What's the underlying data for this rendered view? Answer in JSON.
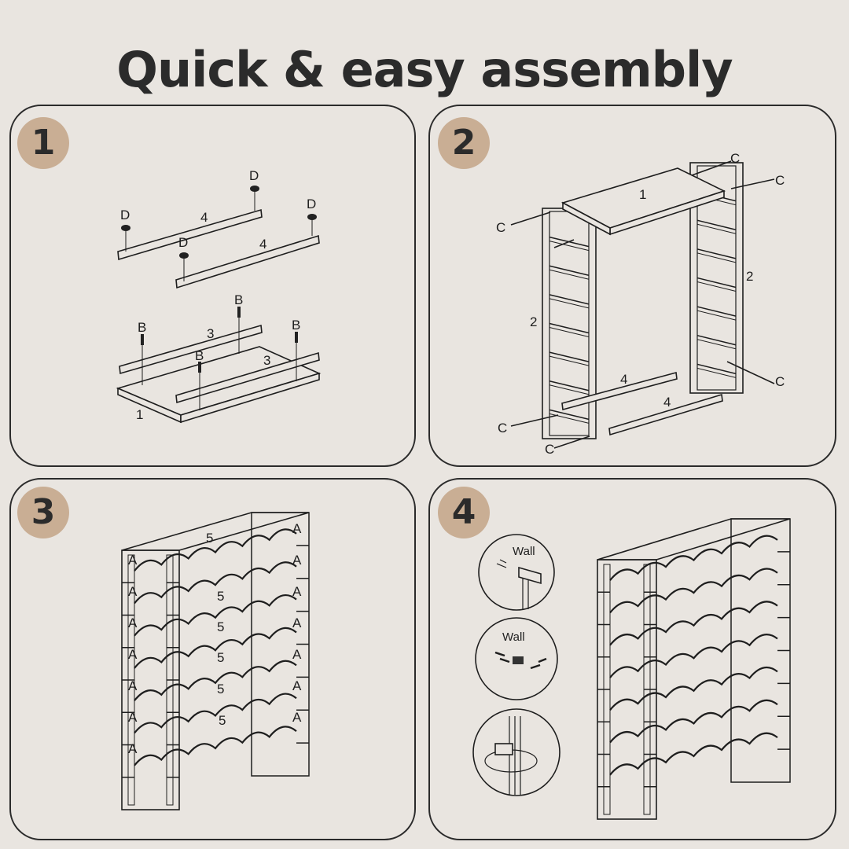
{
  "title": "Quick & easy assembly",
  "colors": {
    "background": "#e9e5e0",
    "badge": "#c9ae94",
    "ink": "#2b2b2b"
  },
  "steps": [
    {
      "number": "1",
      "labels": {
        "D": "D",
        "B": "B",
        "rail": "4",
        "side": "3",
        "board": "1"
      }
    },
    {
      "number": "2",
      "labels": {
        "C": "C",
        "board": "1",
        "frame": "2",
        "rail": "4"
      }
    },
    {
      "number": "3",
      "labels": {
        "holder": "5",
        "A": "A"
      }
    },
    {
      "number": "4",
      "labels": {
        "wall": "Wall"
      }
    }
  ]
}
